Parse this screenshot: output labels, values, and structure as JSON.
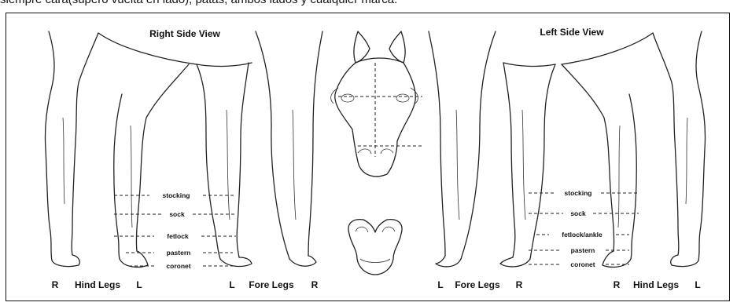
{
  "top_text": "siempre cara(supero vuelta en lado), patas, ambos lados y cualquier marca.",
  "titles": {
    "right": "Right Side View",
    "left": "Left Side View"
  },
  "markings": {
    "right": [
      "stocking",
      "sock",
      "fetlock",
      "pastern",
      "coronet"
    ],
    "left": [
      "stocking",
      "sock",
      "fetlock/ankle",
      "pastern",
      "coronet"
    ]
  },
  "bottom_labels": {
    "right_hind": {
      "r": "R",
      "name": "Hind Legs",
      "l": "L"
    },
    "right_fore": {
      "l": "L",
      "name": "Fore Legs",
      "r": "R"
    },
    "left_fore": {
      "l": "L",
      "name": "Fore Legs",
      "r": "R"
    },
    "left_hind": {
      "r": "R",
      "name": "Hind Legs",
      "l": "L"
    }
  }
}
